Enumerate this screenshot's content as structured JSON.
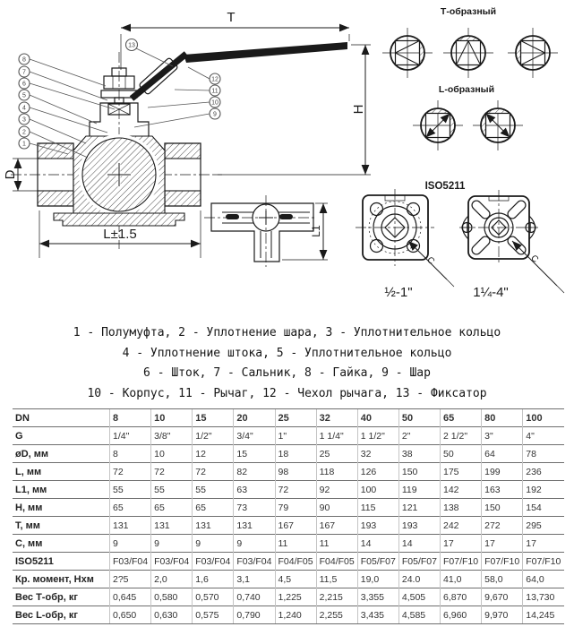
{
  "drawing": {
    "dims": {
      "T": "T",
      "H": "H",
      "D": "D",
      "L": "L±1.5",
      "L1": "L1",
      "C": "C"
    },
    "callouts_left": [
      "8",
      "7",
      "6",
      "5",
      "4",
      "3",
      "2",
      "1"
    ],
    "callouts_right": [
      "12",
      "11",
      "10",
      "9"
    ],
    "callout_handle": "13",
    "t_pattern_label": "Т-образный",
    "l_pattern_label": "L-образный",
    "iso_label": "ISO5211",
    "flange_small_range": "½-1\"",
    "flange_large_range": "1¼-4\""
  },
  "legend": {
    "lines": [
      "1 - Полумуфта, 2 - Уплотнение шара, 3 - Уплотнительное кольцо",
      "4 - Уплотнение штока, 5 - Уплотнительное кольцо",
      "6 - Шток, 7 - Сальник, 8 - Гайка, 9 - Шар",
      "10 - Корпус, 11 - Рычаг, 12 - Чехол рычага, 13 - Фиксатор"
    ]
  },
  "table": {
    "rows": [
      {
        "label": "DN",
        "bold": true,
        "cells": [
          "8",
          "10",
          "15",
          "20",
          "25",
          "32",
          "40",
          "50",
          "65",
          "80",
          "100"
        ]
      },
      {
        "label": "G",
        "cells": [
          "1/4\"",
          "3/8\"",
          "1/2\"",
          "3/4\"",
          "1\"",
          "1 1/4\"",
          "1 1/2\"",
          "2\"",
          "2 1/2\"",
          "3\"",
          "4\""
        ]
      },
      {
        "label": "øD, мм",
        "cells": [
          "8",
          "10",
          "12",
          "15",
          "18",
          "25",
          "32",
          "38",
          "50",
          "64",
          "78"
        ]
      },
      {
        "label": "L, мм",
        "cells": [
          "72",
          "72",
          "72",
          "82",
          "98",
          "118",
          "126",
          "150",
          "175",
          "199",
          "236"
        ]
      },
      {
        "label": "L1, мм",
        "cells": [
          "55",
          "55",
          "55",
          "63",
          "72",
          "92",
          "100",
          "119",
          "142",
          "163",
          "192"
        ]
      },
      {
        "label": "H, мм",
        "cells": [
          "65",
          "65",
          "65",
          "73",
          "79",
          "90",
          "115",
          "121",
          "138",
          "150",
          "154"
        ]
      },
      {
        "label": "T, мм",
        "cells": [
          "131",
          "131",
          "131",
          "131",
          "167",
          "167",
          "193",
          "193",
          "242",
          "272",
          "295"
        ]
      },
      {
        "label": "C, мм",
        "cells": [
          "9",
          "9",
          "9",
          "9",
          "11",
          "11",
          "14",
          "14",
          "17",
          "17",
          "17"
        ]
      },
      {
        "label": "ISO5211",
        "cells": [
          "F03/F04",
          "F03/F04",
          "F03/F04",
          "F03/F04",
          "F04/F05",
          "F04/F05",
          "F05/F07",
          "F05/F07",
          "F07/F10",
          "F07/F10",
          "F07/F10"
        ]
      },
      {
        "label": "Кр. момент, Нхм",
        "cells": [
          "2?5",
          "2,0",
          "1,6",
          "3,1",
          "4,5",
          "11,5",
          "19,0",
          "24.0",
          "41,0",
          "58,0",
          "64,0"
        ]
      },
      {
        "label": "Вес Т-обр, кг",
        "cells": [
          "0,645",
          "0,580",
          "0,570",
          "0,740",
          "1,225",
          "2,215",
          "3,355",
          "4,505",
          "6,870",
          "9,670",
          "13,730"
        ]
      },
      {
        "label": "Вес L-обр, кг",
        "cells": [
          "0,650",
          "0,630",
          "0,575",
          "0,790",
          "1,240",
          "2,255",
          "3,435",
          "4,585",
          "6,960",
          "9,970",
          "14,245"
        ]
      }
    ]
  },
  "colors": {
    "ink": "#1a1a1a",
    "table_rule": "#6e6e6e",
    "table_divider": "#c4c4c4",
    "text": "#333333"
  }
}
